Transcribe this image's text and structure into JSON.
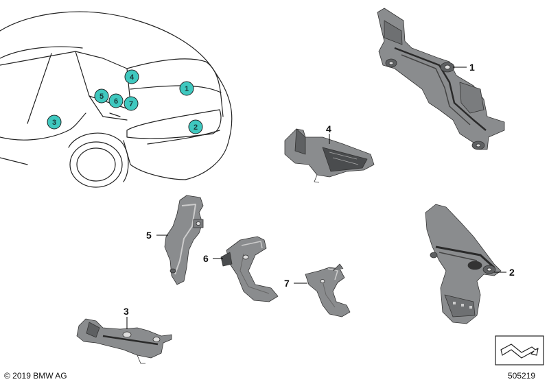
{
  "colors": {
    "badge_fill": "#3fc8bf",
    "part_fill": "#8a8c8e",
    "part_dark": "#4a4c4e",
    "outline": "#333333"
  },
  "car_badges": [
    "1",
    "2",
    "3",
    "4",
    "5",
    "6",
    "7"
  ],
  "parts": [
    {
      "label": "1"
    },
    {
      "label": "2"
    },
    {
      "label": "3"
    },
    {
      "label": "4"
    },
    {
      "label": "5"
    },
    {
      "label": "6"
    },
    {
      "label": "7"
    }
  ],
  "footer": {
    "copyright": "© 2019 BMW AG",
    "diagram_id": "505219"
  },
  "icons": {
    "nav": "scroll-arrow-icon"
  }
}
